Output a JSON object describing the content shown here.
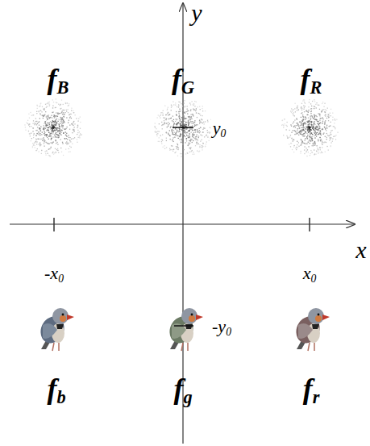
{
  "diagram": {
    "labels": [
      "y",
      "fB",
      "fG",
      "fR",
      "y0",
      "x",
      "-x0",
      "x0",
      "-y0",
      "fb",
      "fg",
      "fr"
    ]
  }
}
